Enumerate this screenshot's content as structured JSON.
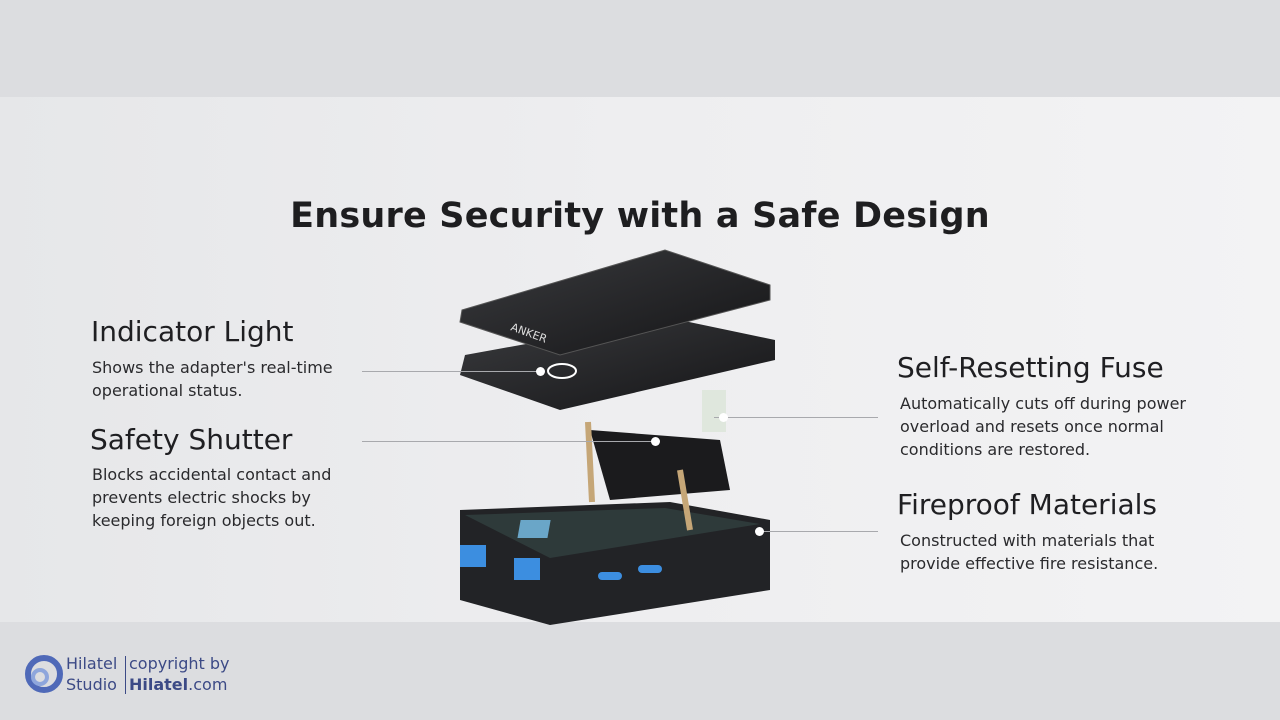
{
  "title": "Ensure Security with a Safe Design",
  "product": {
    "brand_mark": "ANKER"
  },
  "features": [
    {
      "title": "Indicator Light",
      "description": "Shows the adapter's real-time operational status."
    },
    {
      "title": "Safety Shutter",
      "description": "Blocks accidental contact and prevents electric shocks by keeping foreign objects out."
    },
    {
      "title": "Self-Resetting Fuse",
      "description": "Automatically cuts off during power overload and resets once normal conditions are restored."
    },
    {
      "title": "Fireproof Materials",
      "description": "Constructed with materials that provide effective fire resistance."
    }
  ],
  "watermark": {
    "line1": "Hilatel",
    "line2": "Studio",
    "copyright": "copyright by",
    "site_bold": "Hilatel",
    "site_suffix": ".com"
  },
  "colors": {
    "logo": "#3c4a86",
    "band": "#dcdde0"
  }
}
